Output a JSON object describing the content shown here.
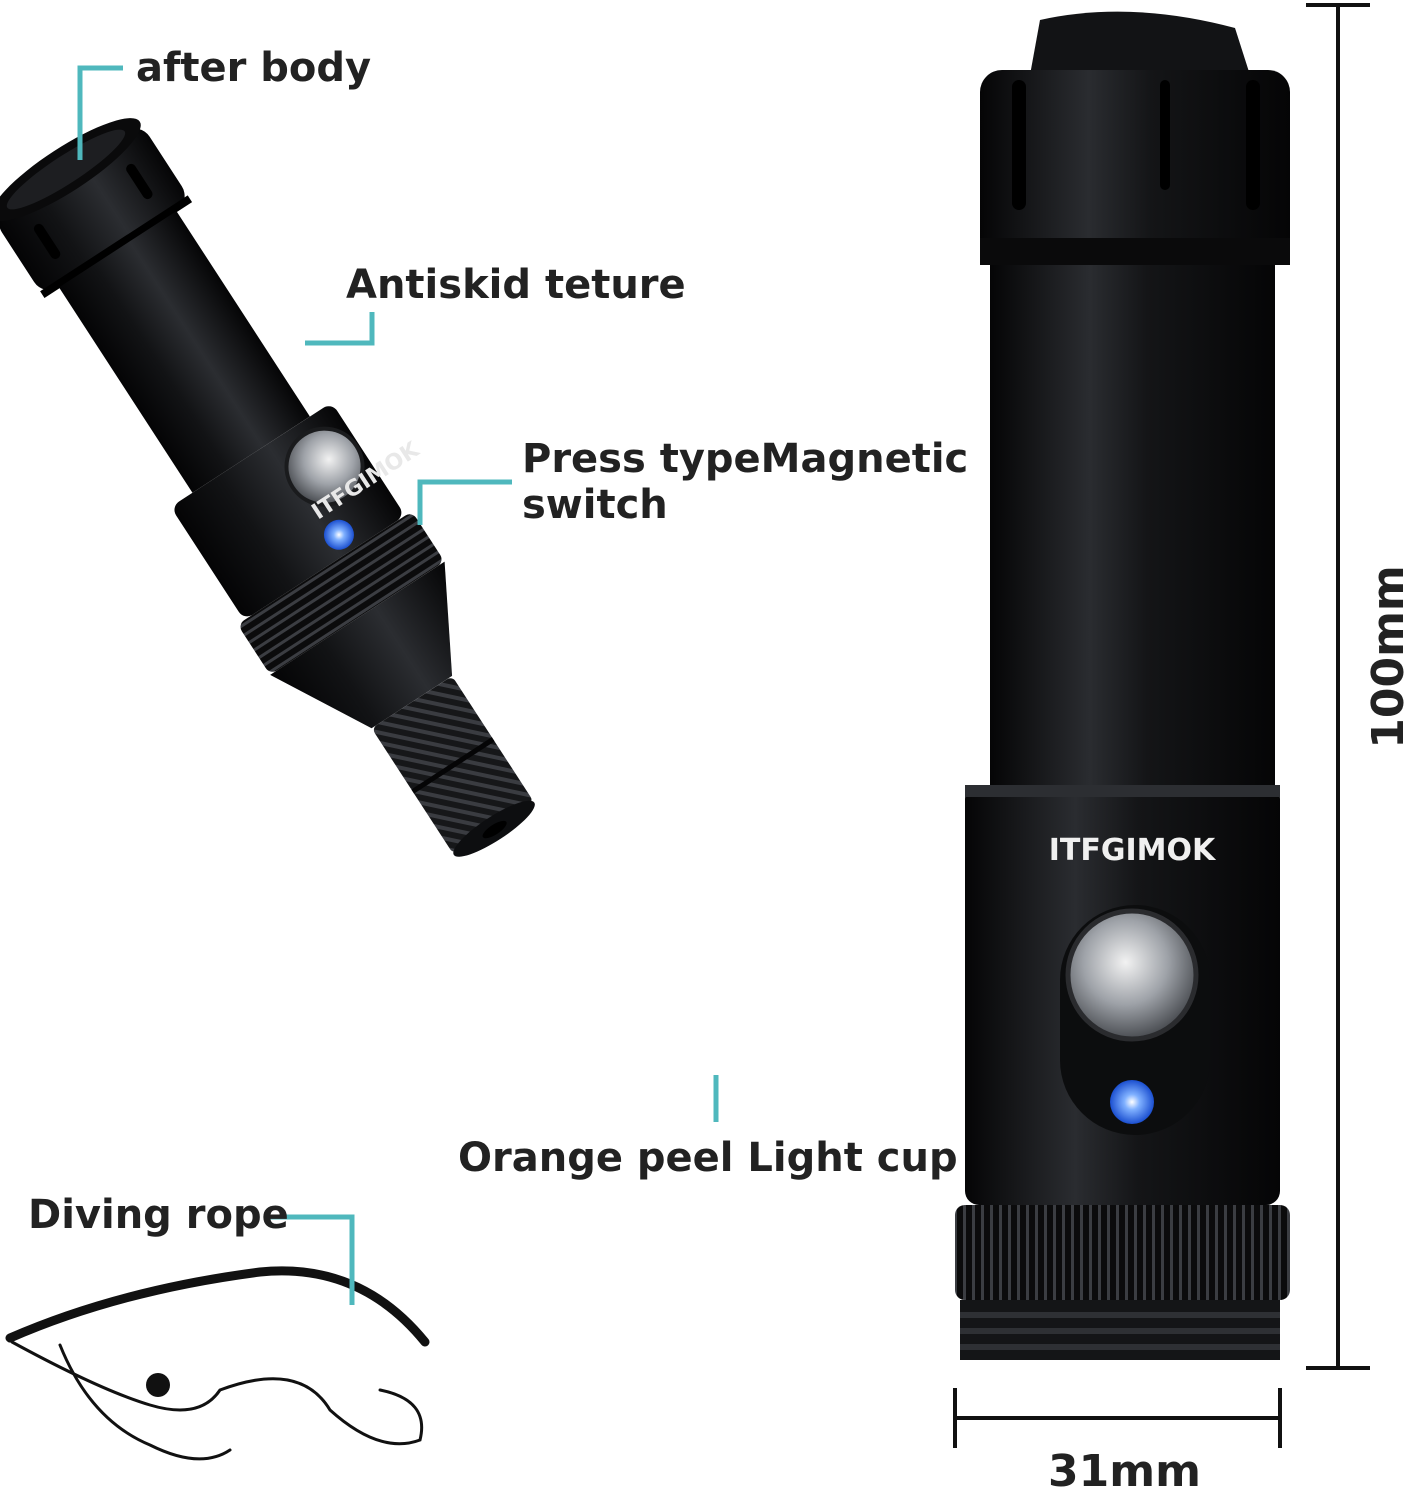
{
  "labels": {
    "after_body": "after body",
    "antiskid": "Antiskid teture",
    "switch_line1": "Press typeMagnetic",
    "switch_line2": "switch",
    "light_cup": "Orange peel Light cup",
    "diving_rope": "Diving rope"
  },
  "dimensions": {
    "height": "100mm",
    "width": "31mm"
  },
  "brand": "ITFGIMOK",
  "colors": {
    "leader": "#4fb8bd",
    "body": "#111214",
    "background": "#ffffff",
    "led": "#2f7bff"
  }
}
